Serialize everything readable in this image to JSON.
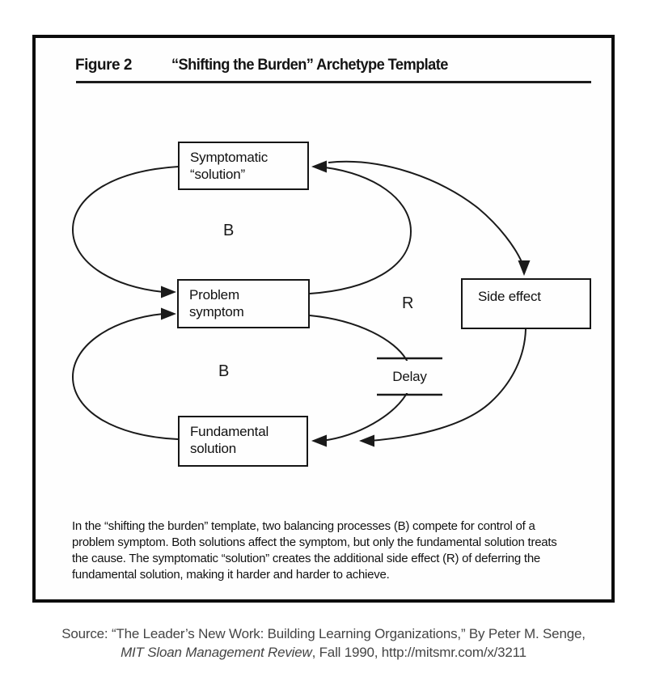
{
  "figure": {
    "label": "Figure 2",
    "title": "“Shifting the Burden” Archetype Template"
  },
  "diagram": {
    "nodes": {
      "symptomatic": {
        "line1": "Symptomatic",
        "line2": "“solution”"
      },
      "problem": {
        "line1": "Problem",
        "line2": "symptom"
      },
      "side_effect": {
        "label": "Side effect"
      },
      "fundamental": {
        "line1": "Fundamental",
        "line2": "solution"
      }
    },
    "loop_labels": {
      "upper_b": "B",
      "lower_b": "B",
      "r": "R"
    },
    "delay_label": "Delay",
    "relationships": [
      "Symptomatic solution -> Problem symptom (balancing loop B, upper)",
      "Problem symptom -> Symptomatic solution (balancing loop B, upper)",
      "Fundamental solution -> Problem symptom (balancing loop B, lower, with Delay)",
      "Problem symptom -> Fundamental solution (balancing loop B, lower)",
      "Symptomatic solution -> Side effect (reinforcing loop R)",
      "Side effect -> Fundamental solution (reinforcing loop R)"
    ]
  },
  "caption": {
    "lines": [
      "In the “shifting the burden” template, two balancing processes (B) compete for control of a",
      "problem symptom. Both solutions affect the symptom, but only the fundamental solution treats",
      "the cause. The symptomatic “solution” creates the additional side effect (R) of deferring the",
      "fundamental solution, making it harder and harder to achieve."
    ]
  },
  "source": {
    "line1": "Source: “The Leader’s New Work: Building Learning Organizations,” By Peter M. Senge,",
    "journal": "MIT Sloan Management Review",
    "suffix": ", Fall 1990, http://mitsmr.com/x/3211"
  },
  "colors": {
    "ink": "#1a1a1a",
    "frame": "#0d0d0d",
    "source_text": "#454545",
    "background": "#ffffff"
  }
}
